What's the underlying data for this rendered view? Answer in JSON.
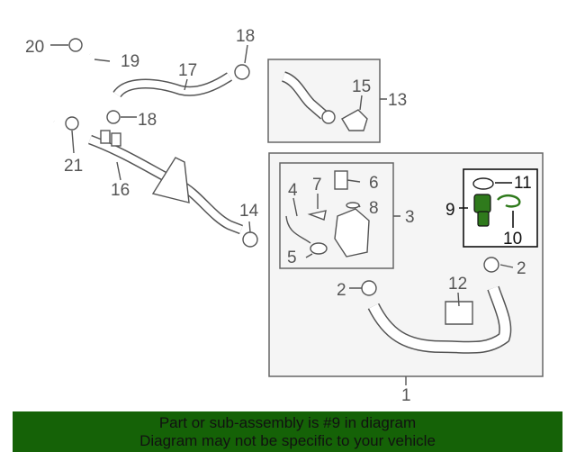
{
  "diagram": {
    "callouts": [
      "20",
      "19",
      "18",
      "17",
      "18",
      "15",
      "13",
      "21",
      "16",
      "14",
      "6",
      "7",
      "4",
      "8",
      "3",
      "5",
      "9",
      "11",
      "10",
      "2",
      "2",
      "12",
      "1"
    ],
    "highlight_color": "#2f7a1c"
  },
  "banner": {
    "line1": "Part or sub-assembly is #9 in diagram",
    "line2": "Diagram may not be specific to your vehicle",
    "color": "#156207"
  }
}
